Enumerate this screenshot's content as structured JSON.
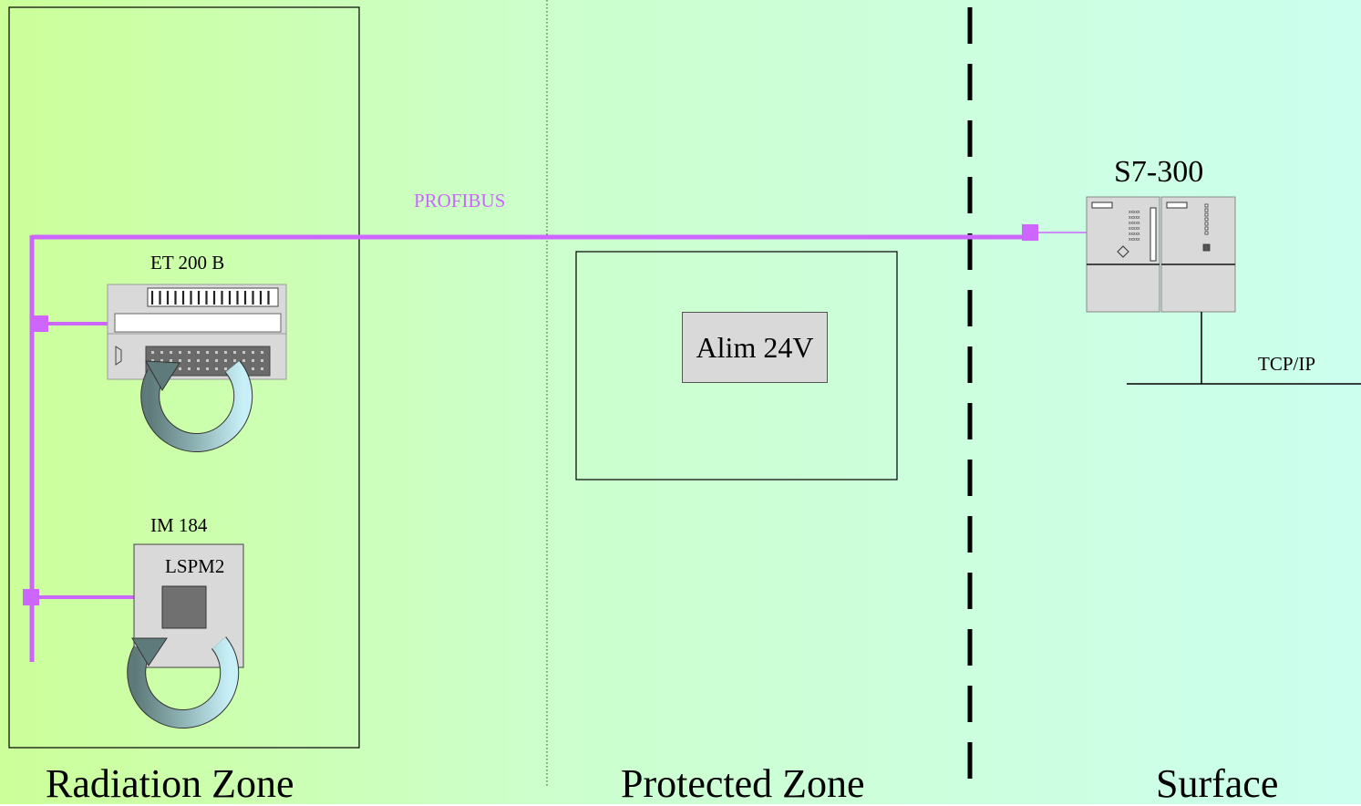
{
  "zones": {
    "radiation": "Radiation Zone",
    "protected": "Protected Zone",
    "surface": "Surface"
  },
  "bus": {
    "label": "PROFIBUS",
    "color": "#cc66ff"
  },
  "devices": {
    "et200b": "ET 200 B",
    "im184": "IM 184",
    "lspm2": "LSPM2",
    "s7": "S7-300",
    "s7_module_text": [
      "xxxxx",
      "xxxxx",
      "xxxxx",
      "xxxxx",
      "xxxxx",
      "xxxxx"
    ],
    "alim": "Alim 24V"
  },
  "network": {
    "label": "TCP/IP"
  },
  "colors": {
    "radiation_bg": "#ccff99",
    "protected_bg": "#ccffcc",
    "surface_bg": "#ccffee",
    "device_grey": "#d9d9d9",
    "arrow_dark": "#5f7a7a",
    "arrow_light": "#c8f0f8"
  }
}
